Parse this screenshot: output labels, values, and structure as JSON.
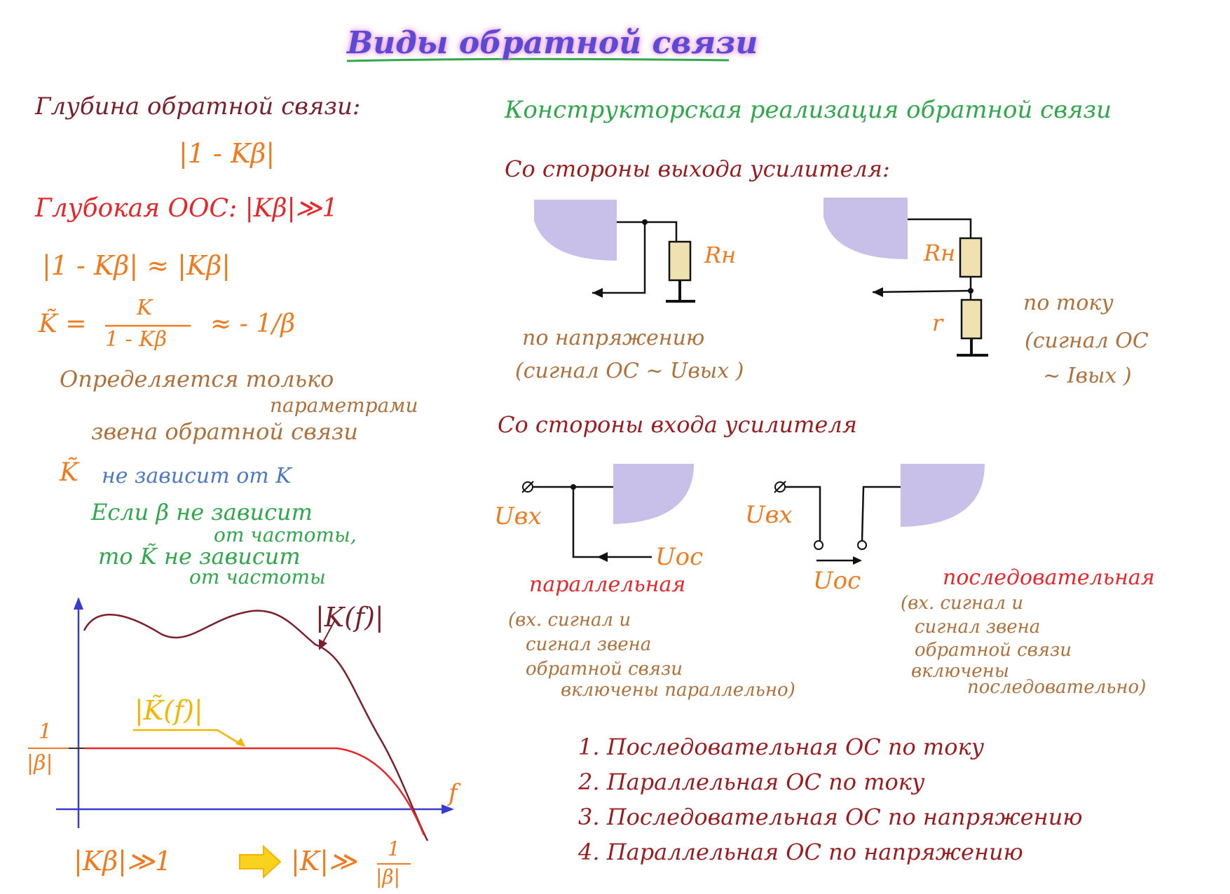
{
  "title": "Виды обратной связи",
  "left": {
    "depth_label": "Глубина обратной связи:",
    "depth_formula": "|1 - Kβ|",
    "deep_nfb": "Глубокая ООС: |Kβ|≫1",
    "approx": "|1 - Kβ| ≈ |Kβ|",
    "ktilde_lhs": "K̃ =",
    "ktilde_num": "K",
    "ktilde_den": "1 - Kβ",
    "ktilde_rhs": "≈ - 1/β",
    "defined_1": "Определяется только",
    "defined_2": "параметрами",
    "defined_3": "звена обратной связи",
    "k_tilde": "K̃",
    "not_depend": "не зависит от K",
    "if_1": "Если β не зависит",
    "if_2": "от частоты,",
    "then_1": "то K̃ не зависит",
    "then_2": "от частоты"
  },
  "graph": {
    "label_K": "|K(f)|",
    "label_Ktilde": "|K̃(f)|",
    "y_label_num": "1",
    "y_label_den": "|β|",
    "x_label": "f",
    "bottom_lhs": "|Kβ|≫1",
    "bottom_rhs": "|K|≫",
    "bottom_frac_num": "1",
    "bottom_frac_den": "|β|"
  },
  "right": {
    "heading": "Конструкторская реализация обратной связи",
    "output_side": "Со стороны выхода усилителя:",
    "rn_1": "Rн",
    "rn_2": "Rн",
    "r_small": "r",
    "voltage_1": "по напряжению",
    "voltage_2": "(сигнал ОС ~ Uвых )",
    "current_1": "по току",
    "current_2": "(сигнал ОС",
    "current_3": "~ Iвых )",
    "input_side": "Со стороны входа усилителя",
    "uvx_1": "Uвх",
    "uoc_1": "Uос",
    "uvx_2": "Uвх",
    "uoc_2": "Uос",
    "parallel": "параллельная",
    "series": "последовательная",
    "par_note_1": "(вх. сигнал и",
    "par_note_2": "сигнал звена",
    "par_note_3": "обратной связи",
    "par_note_4": "включены параллельно)",
    "ser_note_1": "(вх. сигнал и",
    "ser_note_2": "сигнал звена",
    "ser_note_3": "обратной связи",
    "ser_note_4": "включены",
    "ser_note_5": "последовательно)",
    "list": [
      "1. Последовательная ОС по току",
      "2. Параллельная ОС по току",
      "3. Последовательная ОС по напряжению",
      "4. Параллельная ОС по напряжению"
    ]
  },
  "colors": {
    "title": "#5a4bd6",
    "maroon": "#7a1f2b",
    "orange": "#f07a1e",
    "red": "#e8262a",
    "green": "#2ea84a",
    "blue": "#4c78c8",
    "amp_fill": "#c8c0e8",
    "resistor_fill": "#f0e2b0"
  }
}
